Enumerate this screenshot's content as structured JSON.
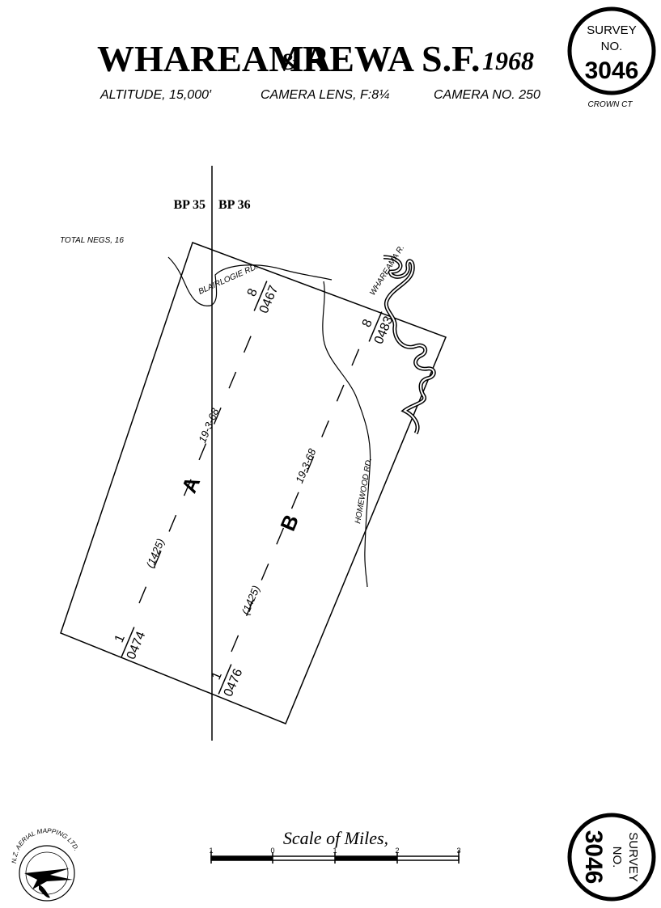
{
  "header": {
    "title_main": "WHAREAMA",
    "title_amp": "&",
    "title_second": "REWA S.F.",
    "title_year": "1968",
    "specs": {
      "altitude": "ALTITUDE, 15,000′",
      "lens": "CAMERA LENS, F:8¼",
      "camera": "CAMERA NO. 250"
    }
  },
  "survey_stamp_top": {
    "line1": "SURVEY",
    "line2": "NO.",
    "number": "3046",
    "caption": "CROWN CT"
  },
  "survey_stamp_bottom": {
    "line1": "SURVEY",
    "line2": "NO.",
    "number": "3046"
  },
  "map": {
    "total_negs": "TOTAL NEGS, 16",
    "sheets": [
      "BP 35",
      "BP 36"
    ],
    "roads": {
      "blairlogie": "BLAIRLOGIE RD.",
      "homewood": "HOMEWOOD RD.",
      "whareama_river": "WHAREAMA R."
    },
    "run_a": {
      "label": "A",
      "date": "19-3-68",
      "scale": "(1425)",
      "start_frame": "1",
      "start_neg": "0474",
      "end_frame": "8",
      "end_neg": "0467"
    },
    "run_b": {
      "label": "B",
      "date": "19-3-68",
      "scale": "(1425)",
      "start_frame": "1",
      "start_neg": "0476",
      "end_frame": "8",
      "end_neg": "0483"
    }
  },
  "scale_bar": {
    "title": "Scale of Miles,",
    "ticks": [
      "1",
      "0",
      "1",
      "2",
      "3"
    ]
  },
  "logo": {
    "text": "N.Z. AERIAL MAPPING LTD."
  }
}
